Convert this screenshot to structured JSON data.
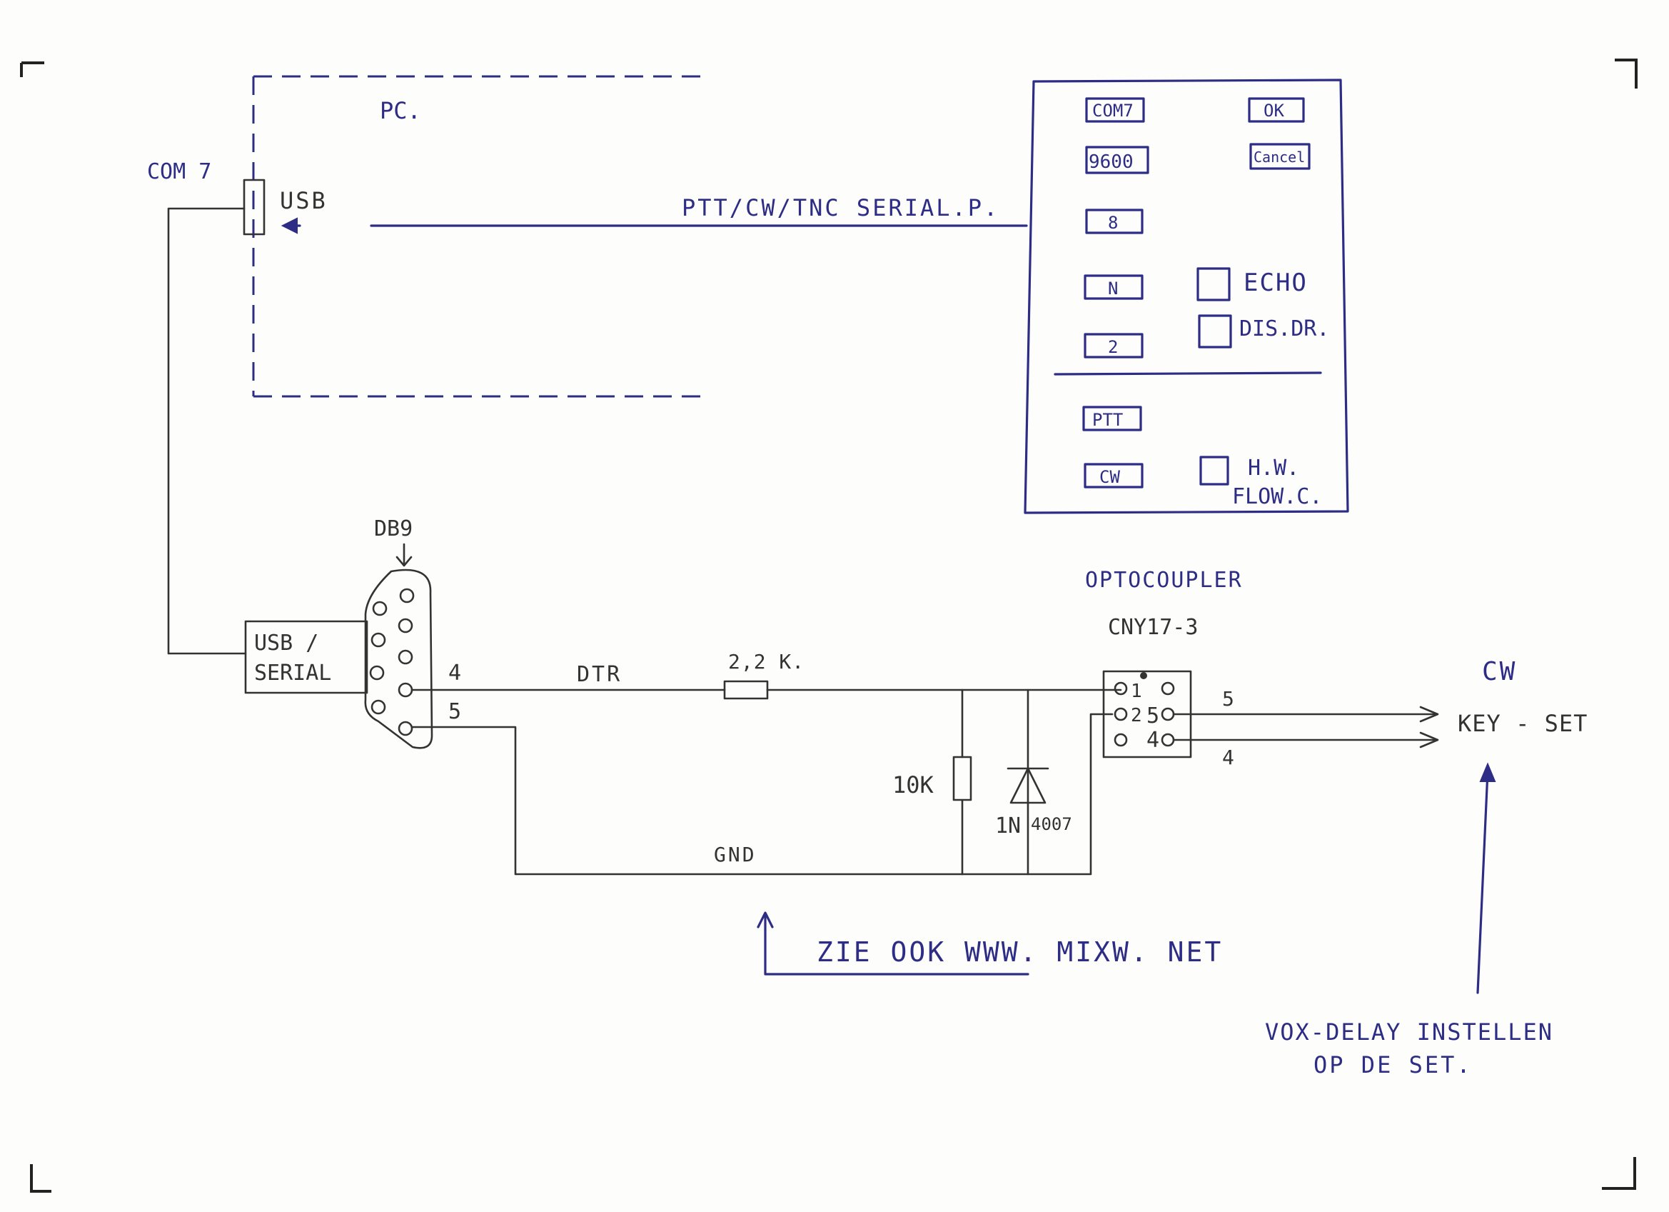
{
  "pc": {
    "label": "PC.",
    "com_port": "COM 7",
    "usb": "USB",
    "serial_link": "PTT/CW/TNC SERIAL.P."
  },
  "dialog": {
    "port": "COM7",
    "baud": "9600",
    "data_bits": "8",
    "parity": "N",
    "stop_bits": "2",
    "ok": "OK",
    "cancel": "Cancel",
    "echo": "ECHO",
    "dis_dr": "DIS.DR.",
    "ptt": "PTT",
    "cw": "CW",
    "hw_flow_line1": "H.W.",
    "hw_flow_line2": "FLOW.C."
  },
  "circuit": {
    "db9_label": "DB9",
    "usb_serial_line1": "USB /",
    "usb_serial_line2": "SERIAL",
    "pin4": "4",
    "pin5": "5",
    "dtr": "DTR",
    "resistor_series": "2,2 K.",
    "resistor_shunt": "10K",
    "diode_part": "1N",
    "diode_num": "4007",
    "gnd": "GND",
    "opto_title": "OPTOCOUPLER",
    "opto_part": "CNY17-3",
    "opto_pin1": "1",
    "opto_pin2": "2",
    "opto_pin5": "5",
    "opto_pin4": "4",
    "out5": "5",
    "out4": "4",
    "cw": "CW",
    "key_set": "KEY - SET"
  },
  "notes": {
    "website": "ZIE OOK  WWW. MIXW. NET",
    "vox_line1": "VOX-DELAY  INSTELLEN",
    "vox_line2": "OP DE SET."
  }
}
